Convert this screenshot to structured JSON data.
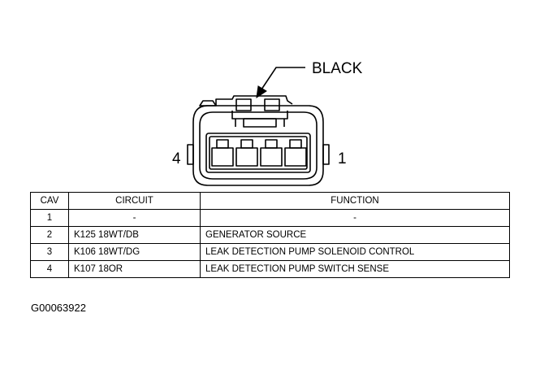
{
  "connector": {
    "color_label": "BLACK",
    "cavity_left": "4",
    "cavity_right": "1"
  },
  "table": {
    "headers": [
      "CAV",
      "CIRCUIT",
      "FUNCTION"
    ],
    "rows": [
      {
        "cav": "1",
        "circuit": "-",
        "function": "-"
      },
      {
        "cav": "2",
        "circuit": "K125 18WT/DB",
        "function": "GENERATOR SOURCE"
      },
      {
        "cav": "3",
        "circuit": "K106 18WT/DG",
        "function": "LEAK DETECTION PUMP SOLENOID CONTROL"
      },
      {
        "cav": "4",
        "circuit": "K107 18OR",
        "function": "LEAK DETECTION PUMP SWITCH SENSE"
      }
    ]
  },
  "figure_id": "G00063922"
}
